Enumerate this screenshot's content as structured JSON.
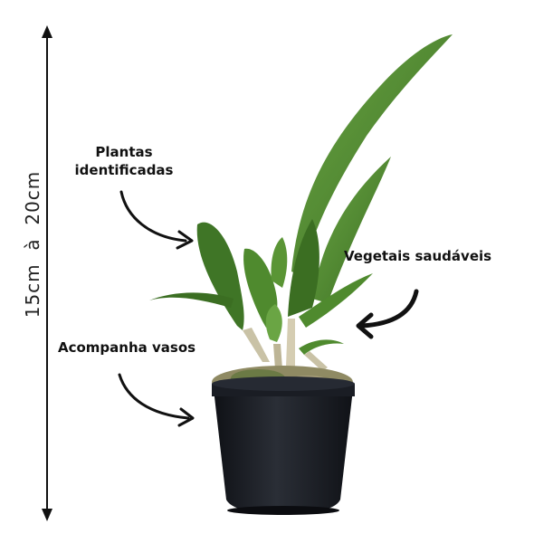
{
  "size_label": "15cm  à  20cm",
  "callouts": {
    "identified": [
      "Plantas",
      "identificadas"
    ],
    "healthy": "Vegetais saudáveis",
    "pots": "Acompanha vasos"
  },
  "colors": {
    "leaf": "#4f8a2e",
    "leaf_dark": "#3b6e22",
    "pot": "#1c1f26",
    "text": "#111111"
  }
}
